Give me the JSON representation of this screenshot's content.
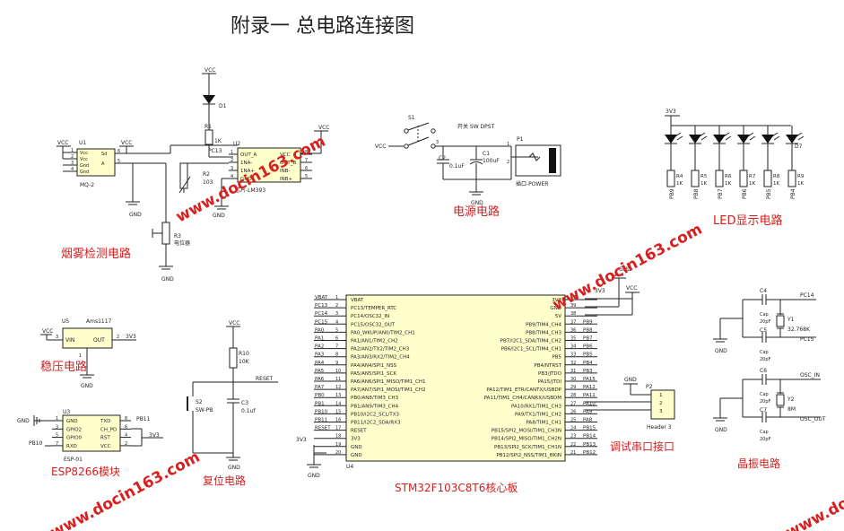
{
  "title": "附录一  总电路连接图",
  "sections": {
    "smoke": "烟雾检测电路",
    "power": "电源电路",
    "led": "LED显示电路",
    "regulator": "稳压电路",
    "esp": "ESP8266模块",
    "reset": "复位电路",
    "core": "STM32F103C8T6核心板",
    "serial": "调试串口接口",
    "crystal": "晶振电路"
  },
  "watermark": "www.docin163.com",
  "labels": {
    "vcc": "VCC",
    "gnd": "GND",
    "v33": "3V3",
    "d1": "D1",
    "r1": "R1",
    "r1v": "1K",
    "pc13": "PC13",
    "u1": "U1",
    "mq2": "MQ-2",
    "u2": "U2",
    "lm393": "芯片-LM393",
    "r2": "R2",
    "r2v": "103",
    "r3": "R3",
    "r3v": "电位器",
    "s1": "S1",
    "sw": "开关 SW DPST",
    "c2": "C2",
    "c2v": "0.1uF",
    "c1": "C1",
    "c1v": "100uF",
    "p1": "P1",
    "jack": "插口-POWER",
    "d7": "D7",
    "u5": "U5",
    "ams": "Ams1117",
    "vin": "VIN",
    "out": "OUT",
    "u3": "U3",
    "esp01": "ESP-01",
    "pb11": "PB11",
    "pb10": "PB10",
    "r10": "R10",
    "r10v": "10K",
    "reset": "RESET",
    "s2": "S2",
    "swpb": "SW-PB",
    "c3": "C3",
    "c3v": "0.1uf",
    "u4": "U4",
    "p2": "P2",
    "header3": "Header 3",
    "c4": "C4",
    "c5": "C5",
    "c6": "C6",
    "c7": "C7",
    "cap": "Cap",
    "cap20": "20pF",
    "y1": "Y1",
    "y1v": "32.768K",
    "y2": "Y2",
    "y2v": "8M",
    "pc14": "PC14",
    "pc15": "PC15",
    "osc_in": "OSC_IN",
    "osc_out": "OSC_OUT"
  },
  "u1_pins": [
    {
      "n": "1",
      "name": "Vcc"
    },
    {
      "n": "2",
      "name": "Vcc"
    },
    {
      "n": "3",
      "name": "Gnd"
    },
    {
      "n": "4",
      "name": "Gnd"
    }
  ],
  "u1_right": [
    {
      "n": "6",
      "name": "Sd"
    },
    {
      "n": "5",
      "name": "A"
    }
  ],
  "u2_left": [
    {
      "n": "1",
      "name": "OUT_A"
    },
    {
      "n": "2",
      "name": "1NA-"
    },
    {
      "n": "3",
      "name": "1NA+"
    },
    {
      "n": "4",
      "name": "GND"
    }
  ],
  "u2_right": [
    {
      "n": "8",
      "name": "VCC"
    },
    {
      "n": "7",
      "name": "OUT_B"
    },
    {
      "n": "6",
      "name": "INB-"
    },
    {
      "n": "5",
      "name": "INB+"
    }
  ],
  "leds": [
    {
      "r": "R4",
      "v": "1K",
      "pin": "PB9"
    },
    {
      "r": "R5",
      "v": "1K",
      "pin": "PB8"
    },
    {
      "r": "R6",
      "v": "1K",
      "pin": "PB7"
    },
    {
      "r": "R7",
      "v": "1K",
      "pin": "PB6"
    },
    {
      "r": "R8",
      "v": "1K",
      "pin": "PB5"
    },
    {
      "r": "R9",
      "v": "1K",
      "pin": "PB4"
    }
  ],
  "u5_pins": {
    "vin_n": "3",
    "out_n": "2",
    "gnd_n": "1"
  },
  "u3_left": [
    {
      "n": "1",
      "name": "GND"
    },
    {
      "n": "3",
      "name": "GPIO2"
    },
    {
      "n": "5",
      "name": "GPIO0"
    },
    {
      "n": "7",
      "name": "RXD"
    }
  ],
  "u3_right": [
    {
      "n": "8",
      "name": "TXD"
    },
    {
      "n": "6",
      "name": "CH_PD"
    },
    {
      "n": "4",
      "name": "RST"
    },
    {
      "n": "2",
      "name": "VCC"
    }
  ],
  "u4_left": [
    {
      "net": "VBAT",
      "n": "1",
      "name": "VBAT"
    },
    {
      "net": "PC13",
      "n": "2",
      "name": "PC13/TEMPER_RTC"
    },
    {
      "net": "PC14",
      "n": "3",
      "name": "PC14/OSC32_IN"
    },
    {
      "net": "PC15",
      "n": "4",
      "name": "PC15/OSC32_OUT"
    },
    {
      "net": "PA0",
      "n": "5",
      "name": "PA0_WKUP/AN0/TIM2_CH1"
    },
    {
      "net": "PA1",
      "n": "6",
      "name": "PA1/AN1/TIM2_CH2"
    },
    {
      "net": "PA2",
      "n": "7",
      "name": "PA2/AN2/TX2/TIM2_CH3"
    },
    {
      "net": "PA3",
      "n": "8",
      "name": "PA3/AN3/RX2/TIM2_CH4"
    },
    {
      "net": "PA4",
      "n": "9",
      "name": "PA4/AN4/SPI1_NSS"
    },
    {
      "net": "PA5",
      "n": "10",
      "name": "PA5/AN5/SPI1_SCK"
    },
    {
      "net": "PA6",
      "n": "11",
      "name": "PA6/AN6/SPI1_MISO/TIM1_CH1"
    },
    {
      "net": "PA7",
      "n": "12",
      "name": "PA7/AN7/SPI1_MOSI/TIM1_CH2"
    },
    {
      "net": "PB0",
      "n": "13",
      "name": "PB0/AN8/TIM3_CH3"
    },
    {
      "net": "PB1",
      "n": "14",
      "name": "PB1/AN9/TIM3_CH4"
    },
    {
      "net": "PB10",
      "n": "15",
      "name": "PB10/I2C2_SCL/TX3"
    },
    {
      "net": "PB11",
      "n": "16",
      "name": "PB11/I2C2_SDA/RX3"
    },
    {
      "net": "RESET",
      "n": "17",
      "name": "RESET"
    },
    {
      "net": "",
      "n": "18",
      "name": "3V3"
    },
    {
      "net": "",
      "n": "19",
      "name": "GND"
    },
    {
      "net": "",
      "n": "20",
      "name": "GND"
    }
  ],
  "u4_right": [
    {
      "net": "",
      "n": "40",
      "name": "3V3"
    },
    {
      "net": "",
      "n": "39",
      "name": "GND"
    },
    {
      "net": "",
      "n": "38",
      "name": "5V"
    },
    {
      "net": "PB9",
      "n": "37",
      "name": "PB9/TIM4_CH4"
    },
    {
      "net": "PB8",
      "n": "36",
      "name": "PB8/TIM4_CH3"
    },
    {
      "net": "PB7",
      "n": "35",
      "name": "PB7/I2C1_SDA/TIM4_CH2"
    },
    {
      "net": "PB6",
      "n": "34",
      "name": "PB6/I2C1_SCL/TIM4_CH1"
    },
    {
      "net": "PB5",
      "n": "33",
      "name": "PB5"
    },
    {
      "net": "PB4",
      "n": "32",
      "name": "PB4/NTRST"
    },
    {
      "net": "PB3",
      "n": "31",
      "name": "PB3/JTDO"
    },
    {
      "net": "PA15",
      "n": "30",
      "name": "PA15/JTDI"
    },
    {
      "net": "PA12",
      "n": "29",
      "name": "PA12/TIM1_ETR/CANTX/USBDP"
    },
    {
      "net": "PA11",
      "n": "28",
      "name": "PA11/TIM1_CH4/CANRX/USBDM"
    },
    {
      "net": "PA10",
      "n": "27",
      "name": "PA10/RX1/TIM1_CH3"
    },
    {
      "net": "PA9",
      "n": "26",
      "name": "PA9/TX1/TIM1_CH2"
    },
    {
      "net": "PA8",
      "n": "25",
      "name": "PA8/TIM1_CH1"
    },
    {
      "net": "PB15",
      "n": "24",
      "name": "PB15/SPI2_MOSI/TIM1_CH3N"
    },
    {
      "net": "PB14",
      "n": "23",
      "name": "PB14/SPI2_MISO/TIM1_CH2N"
    },
    {
      "net": "PB13",
      "n": "22",
      "name": "PB13/SPI2_SCK/TIM1_CH1N"
    },
    {
      "net": "PB12",
      "n": "21",
      "name": "PB12/SPI2_NSS/TIM1_BKIN"
    }
  ],
  "p2_pins": [
    "1",
    "2",
    "3"
  ]
}
